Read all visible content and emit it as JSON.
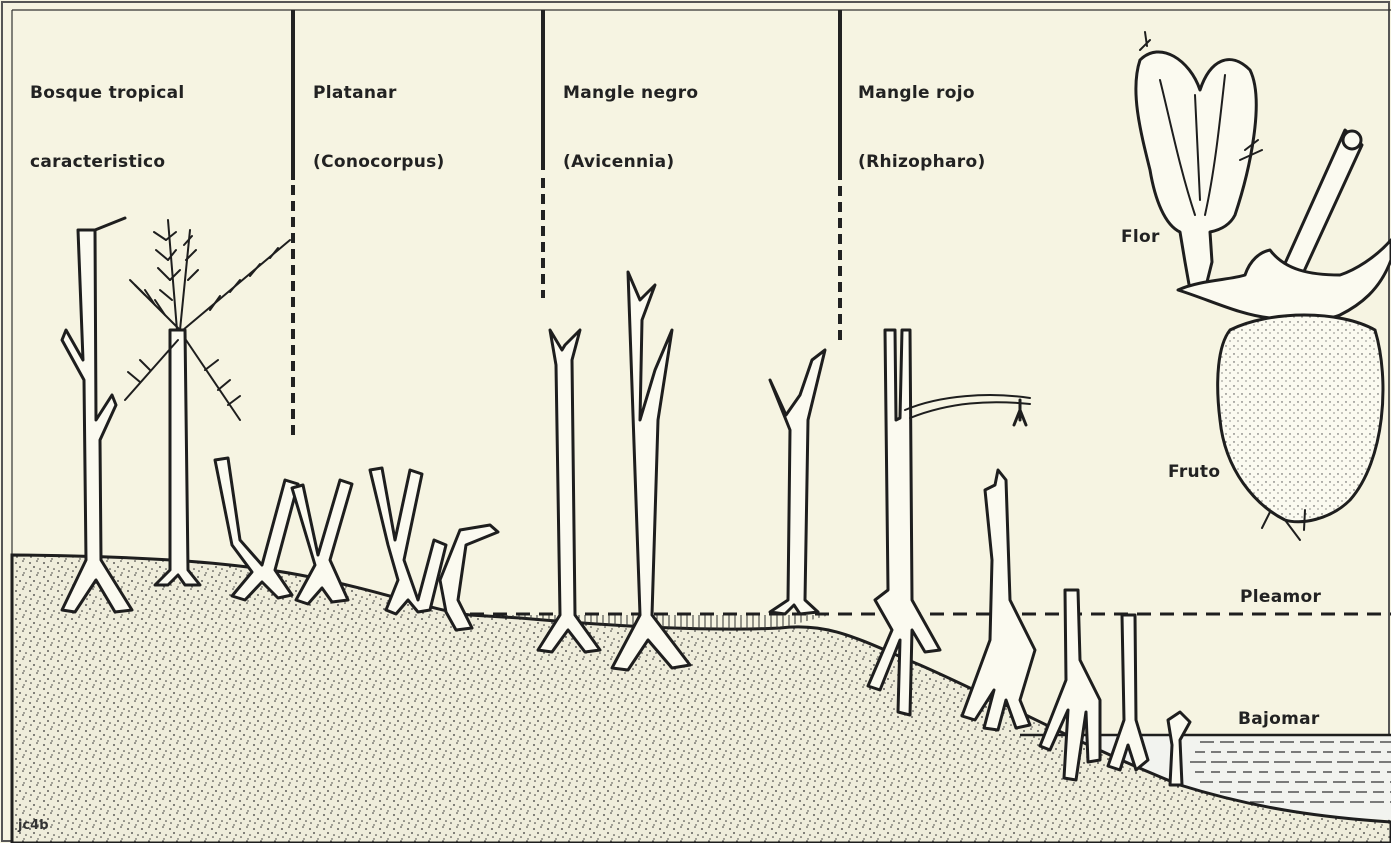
{
  "zones": [
    {
      "id": "bosque",
      "line1": "Bosque tropical",
      "line2": "caracteristico"
    },
    {
      "id": "platanar",
      "line1": "Platanar",
      "line2": "(Conocorpus)"
    },
    {
      "id": "mangle-negro",
      "line1": "Mangle negro",
      "line2": "(Avicennia)"
    },
    {
      "id": "mangle-rojo",
      "line1": "Mangle rojo",
      "line2": "(Rhizopharo)"
    }
  ],
  "detail_labels": {
    "flower": "Flor",
    "fruit": "Fruto"
  },
  "water_levels": {
    "high_tide": "Pleamor",
    "low_tide": "Bajomar"
  },
  "signature": "jc4b",
  "colors": {
    "paper": "#f6f4e2",
    "ink": "#1e1e1e",
    "ground": "#e9e6cf",
    "water": "#eef1f1"
  }
}
